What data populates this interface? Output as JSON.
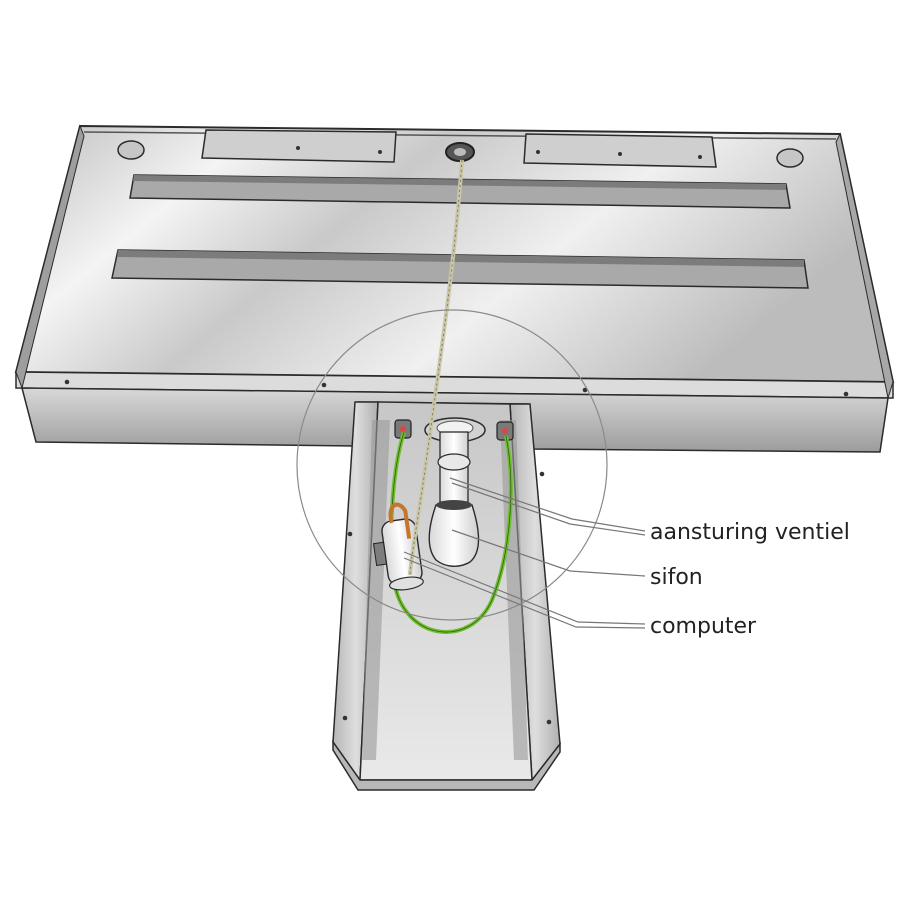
{
  "callouts": [
    {
      "id": "aansturing-ventiel",
      "label": "aansturing ventiel"
    },
    {
      "id": "sifon",
      "label": "sifon"
    },
    {
      "id": "computer",
      "label": "computer"
    }
  ],
  "colors": {
    "steel_light": "#e6e6e6",
    "steel_mid": "#c4c4c4",
    "steel_dark": "#8f8f8f",
    "outline": "#2b2b2b",
    "cable_green": "#6fbe2e",
    "cable_tan": "#c9c6a8",
    "leader_line": "#777777"
  },
  "icons": {
    "mount_hole": "circle",
    "drain_fitting": "ring"
  }
}
